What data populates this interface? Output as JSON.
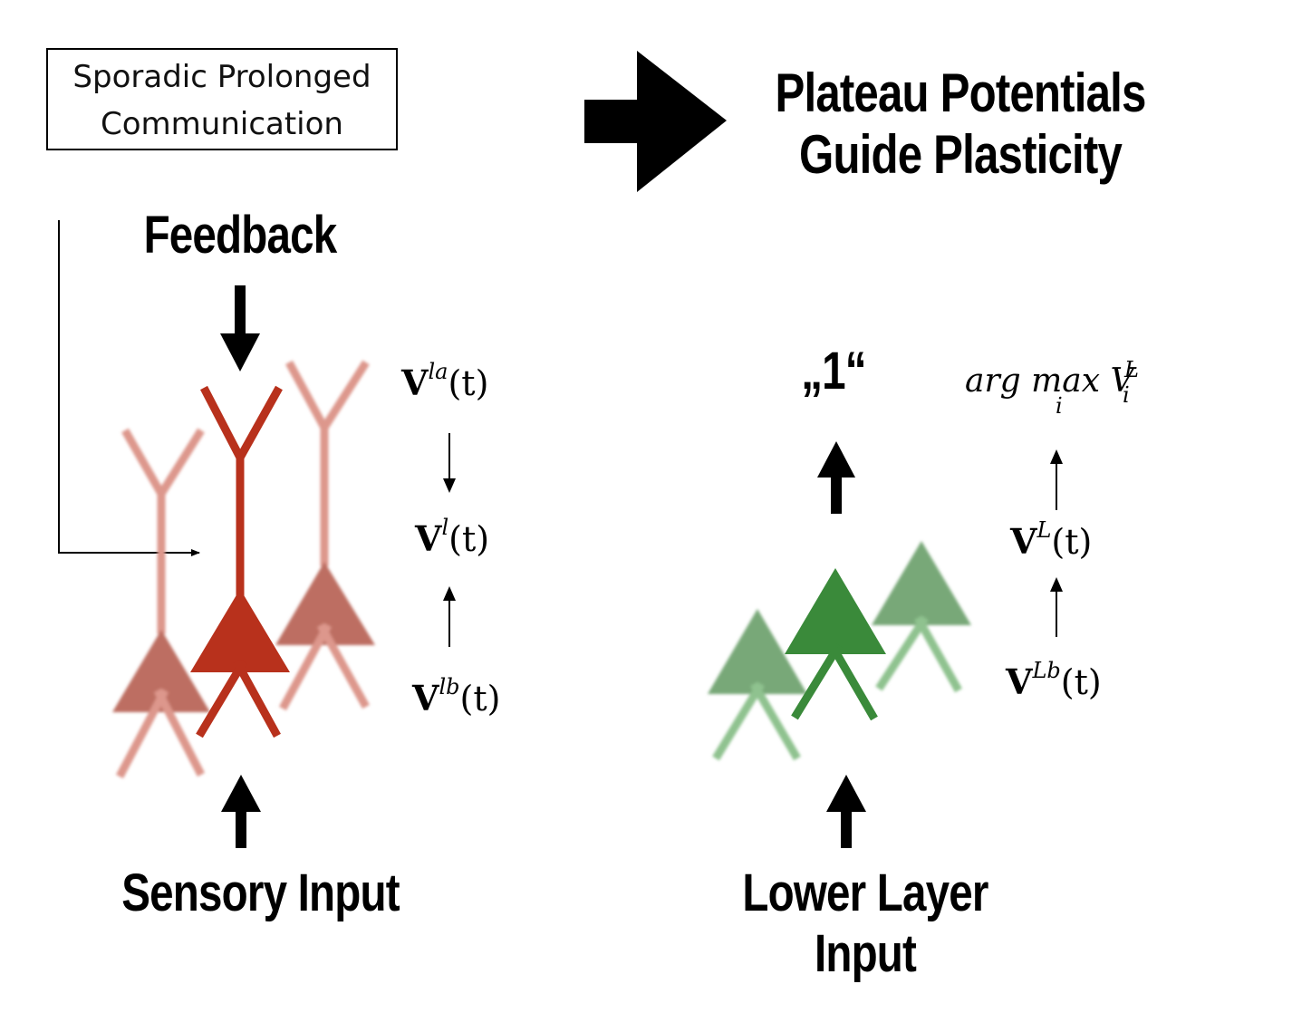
{
  "box": {
    "line1": "Sporadic Prolonged",
    "line2": "Communication"
  },
  "title": {
    "line1": "Plateau Potentials",
    "line2": "Guide Plasticity"
  },
  "left": {
    "top_label": "Feedback",
    "bottom_label": "Sensory Input",
    "eq_apical": {
      "bold": "V",
      "sup": "la",
      "arg": "(t)"
    },
    "eq_soma": {
      "bold": "V",
      "sup": "l",
      "arg": "(t)"
    },
    "eq_basal": {
      "bold": "V",
      "sup": "lb",
      "arg": "(t)"
    }
  },
  "right": {
    "output_label": "„1“",
    "bottom_label": "Lower Layer Input",
    "eq_argmax": {
      "text": "arg max V",
      "sub_max": "i",
      "sub_v": "i",
      "sup_v": "L"
    },
    "eq_soma": {
      "bold": "V",
      "sup": "L",
      "arg": "(t)"
    },
    "eq_basal": {
      "bold": "V",
      "sup": "Lb",
      "arg": "(t)"
    }
  },
  "colors": {
    "red_main": "#b8311c",
    "red_faded": "#bd6e62",
    "red_faded_dendrite": "#dd978c",
    "green_main": "#3a8a3a",
    "green_faded": "#78a878",
    "green_faded_dendrite": "#8fc28f",
    "arrow": "#000000"
  }
}
